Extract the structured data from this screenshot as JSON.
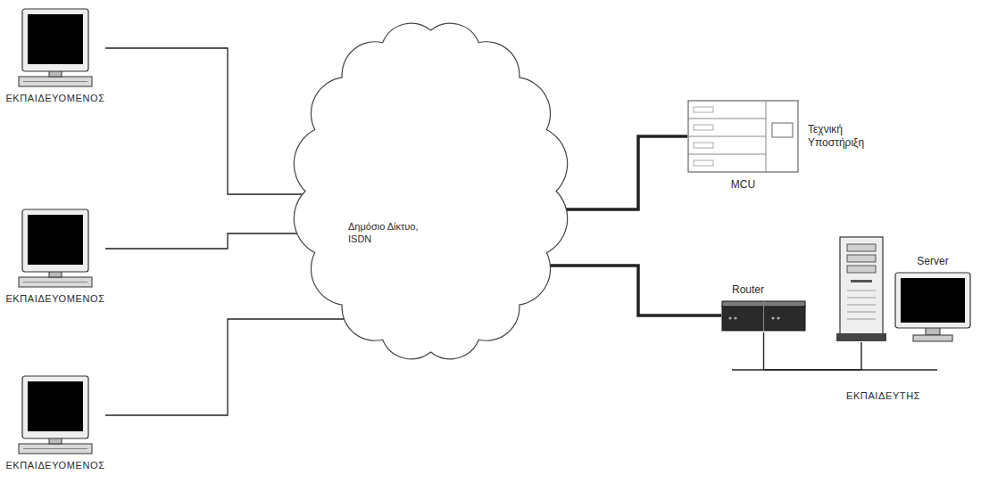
{
  "diagram": {
    "nodes": [
      {
        "text": [
          "ΕΚΠΑΙΔΕΥΟΜΕΝΟΣ"
        ]
      },
      {
        "text": [
          "ΕΚΠΑΙΔΕΥΟΜΕΝΟΣ"
        ]
      },
      {
        "text": [
          "ΕΚΠΑΙΔΕΥΟΜΕΝΟΣ"
        ]
      },
      {
        "text": [
          "Δημόσιο Δίκτυο, ISDN"
        ]
      },
      {
        "text": [
          "MCU",
          "Τεχνική Υποστήριξη"
        ]
      },
      {
        "text": [
          "Router"
        ]
      },
      {
        "text": [
          "Server"
        ]
      }
    ],
    "edges": [
      {
        "from": 0,
        "to": 3,
        "arrow": "none"
      },
      {
        "from": 1,
        "to": 3,
        "arrow": "none"
      },
      {
        "from": 2,
        "to": 3,
        "arrow": "none"
      },
      {
        "from": 3,
        "to": 4,
        "arrow": "none"
      },
      {
        "from": 3,
        "to": 5,
        "arrow": "none"
      },
      {
        "from": 5,
        "to": 6,
        "arrow": "none"
      }
    ],
    "labels": [
      "ΕΚΠΑΙΔΕΥΤΗΣ"
    ]
  }
}
